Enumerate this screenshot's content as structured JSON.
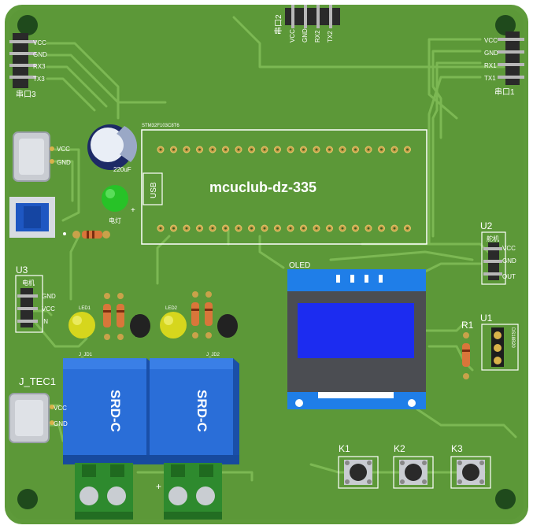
{
  "colors": {
    "pcb": "#5e9a3a",
    "pcb_dark": "#4f8a30",
    "trace": "#79b64f",
    "silk": "#ffffff",
    "relay": "#1f64d2",
    "oled_screen": "#1c2cf0",
    "led_green": "#27c227",
    "led_yellow": "#d9d91f"
  },
  "headers": {
    "serial3": {
      "label": "串口3",
      "pins": [
        "VCC",
        "GND",
        "RX3",
        "TX3"
      ]
    },
    "serial2": {
      "label": "串口2",
      "pins": [
        "VCC",
        "GND",
        "RX2",
        "TX2"
      ]
    },
    "serial1": {
      "label": "串口1",
      "pins": [
        "VCC",
        "GND",
        "RX1",
        "TX1"
      ]
    },
    "u3": {
      "label": "U3",
      "sub": "电机",
      "pins": [
        "GND",
        "VCC",
        "IN"
      ]
    },
    "u2": {
      "label": "U2",
      "sub": "舵机",
      "pins": [
        "VCC",
        "GND",
        "OUT"
      ]
    }
  },
  "usb_power": {
    "pins": [
      "VCC",
      "GND"
    ]
  },
  "tec": {
    "label": "J_TEC1",
    "pins": [
      "VCC",
      "GND"
    ]
  },
  "mcu": {
    "title": "mcuclub-dz-335",
    "port_label": "USB",
    "module_text": "STM32F103C8T6"
  },
  "cap": {
    "value": "220uF"
  },
  "power_led": {
    "label": "电灯",
    "plus": "+"
  },
  "oled": {
    "label": "OLED"
  },
  "r1": {
    "label": "R1"
  },
  "u1": {
    "label": "U1",
    "part": "DS18B20"
  },
  "keys": [
    "K1",
    "K2",
    "K3"
  ],
  "relays": [
    {
      "text": "SRD-C",
      "ref": "J_JD1"
    },
    {
      "text": "SRD-C",
      "ref": "J_JD2"
    }
  ],
  "relay_leds": [
    "LED1",
    "LED2"
  ],
  "terminal_plus": "+"
}
